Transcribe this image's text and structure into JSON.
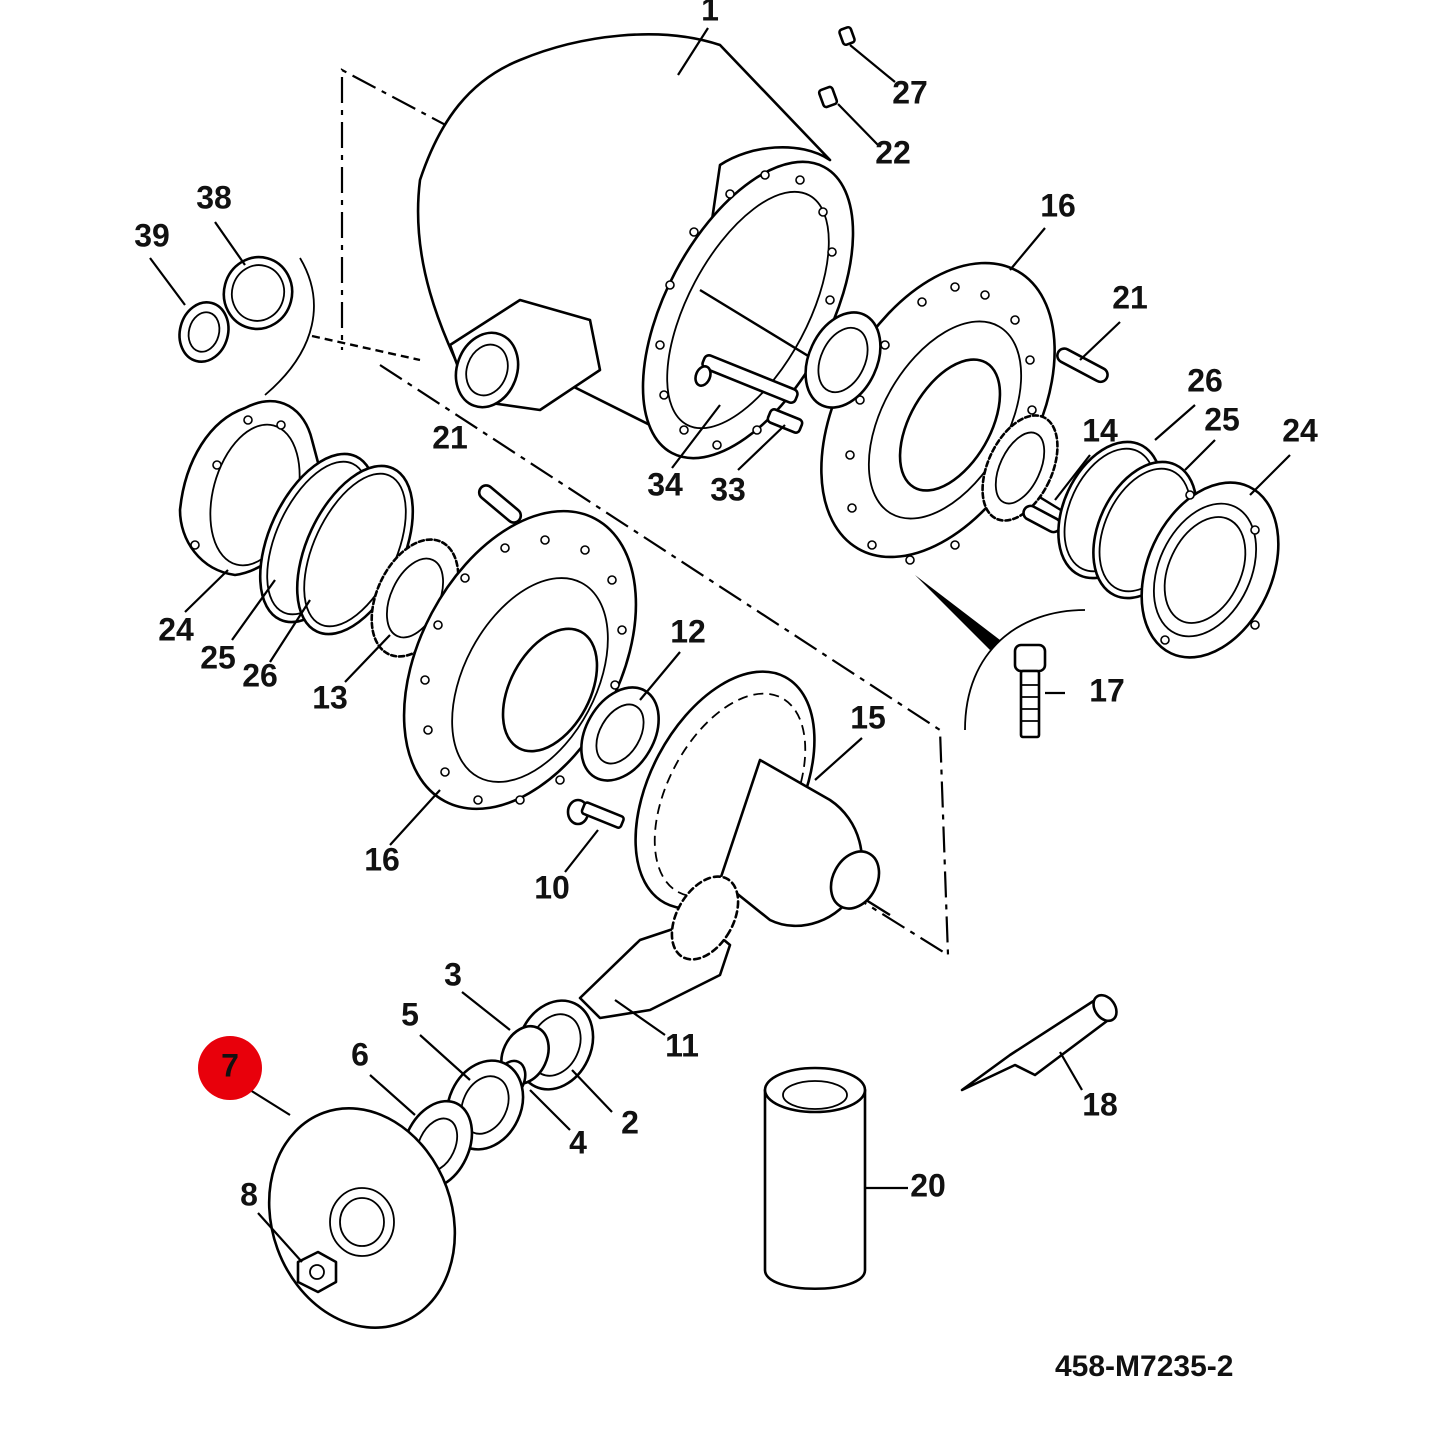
{
  "diagram": {
    "reference_code": "458-M7235-2",
    "highlight_color": "#e8000b",
    "highlighted_callout": "7",
    "callouts": {
      "p1": "1",
      "p27": "27",
      "p22": "22",
      "p16a": "16",
      "p21a": "21",
      "p39": "39",
      "p38": "38",
      "p26a": "26",
      "p25a": "25",
      "p24a": "24",
      "p14": "14",
      "p34": "34",
      "p33": "33",
      "p21b": "21",
      "p24b": "24",
      "p25b": "25",
      "p26b": "26",
      "p13": "13",
      "p12": "12",
      "p15": "15",
      "p17": "17",
      "p16b": "16",
      "p10": "10",
      "p3": "3",
      "p5": "5",
      "p6": "6",
      "p11": "11",
      "p2": "2",
      "p4": "4",
      "p18": "18",
      "p8": "8",
      "p20": "20"
    }
  }
}
